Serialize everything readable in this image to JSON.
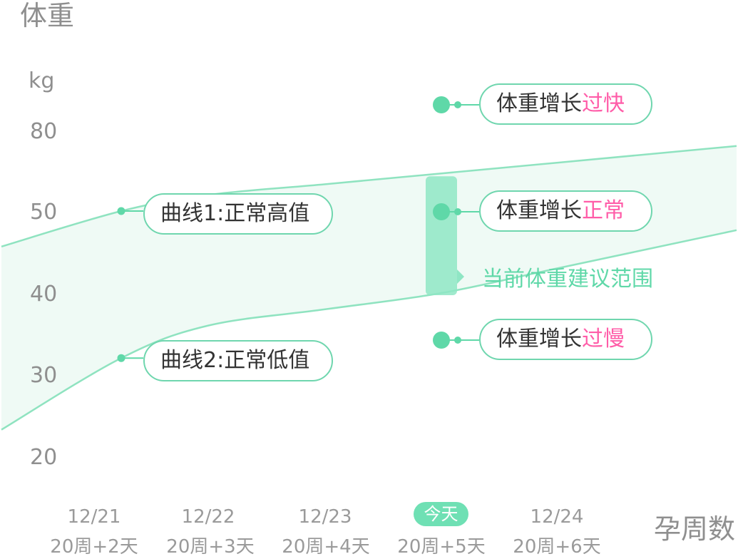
{
  "chart": {
    "title": "体重",
    "y_unit": "kg",
    "x_title": "孕周数",
    "today_label": "今天"
  },
  "callouts": {
    "curve1": "曲线1:正常高值",
    "curve2": "曲线2:正常低值",
    "fast_prefix": "体重增长",
    "fast_highlight": "过快",
    "normal_prefix": "体重增长",
    "normal_highlight": "正常",
    "slow_prefix": "体重增长",
    "slow_highlight": "过慢",
    "range": "当前体重建议范围"
  },
  "colors": {
    "band_fill": "#effaf5",
    "curve_stroke": "#8fe3c0",
    "accent": "#5fd8a8",
    "highlight": "#ff5ca8",
    "range_bar": "#8fe6c4"
  },
  "chart_data": {
    "type": "area",
    "title": "体重",
    "xlabel": "孕周数",
    "ylabel": "kg",
    "y_ticks": [
      80,
      50,
      40,
      30,
      20
    ],
    "x_categories": [
      {
        "date": "12/21",
        "week": "20周+2天"
      },
      {
        "date": "12/22",
        "week": "20周+3天"
      },
      {
        "date": "12/23",
        "week": "20周+4天"
      },
      {
        "date": "",
        "week": "20周+5天",
        "today": true
      },
      {
        "date": "12/24",
        "week": "20周+6天"
      }
    ],
    "series": [
      {
        "name": "曲线1:正常高值",
        "values": [
          50,
          56,
          60,
          64,
          68
        ]
      },
      {
        "name": "曲线2:正常低值",
        "values": [
          32,
          36,
          38,
          40,
          43
        ]
      }
    ],
    "indicators": [
      {
        "label": "体重增长过快",
        "value": 85
      },
      {
        "label": "体重增长正常",
        "value": 50
      },
      {
        "label": "体重增长过慢",
        "value": 35
      }
    ],
    "current_range": {
      "label": "当前体重建议范围",
      "category_index": 3
    },
    "grid": false,
    "legend": "none"
  }
}
